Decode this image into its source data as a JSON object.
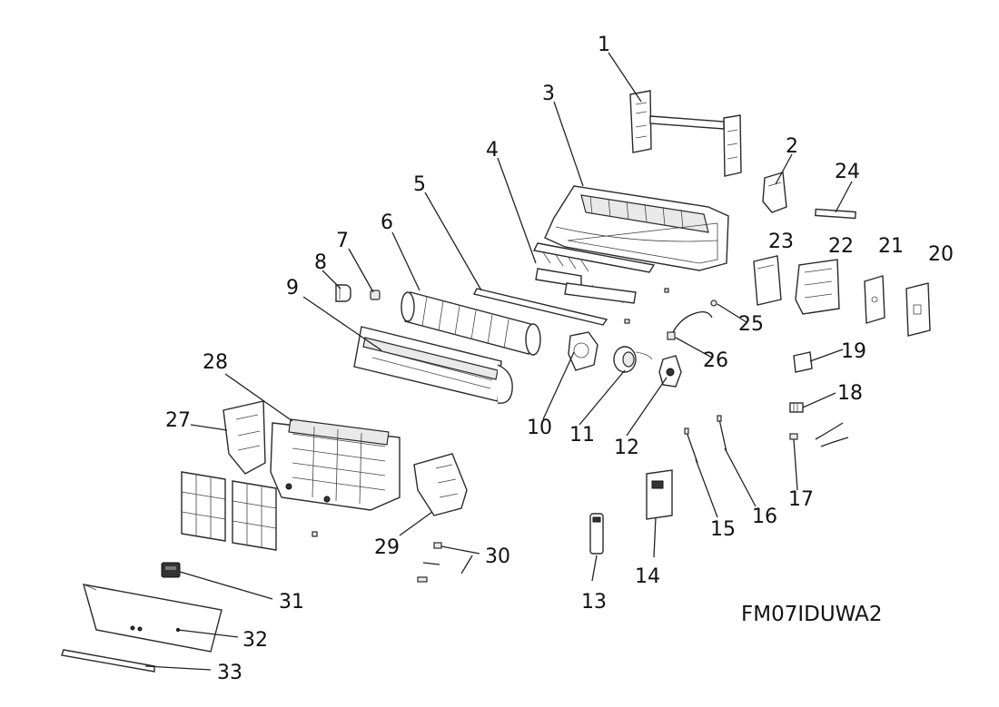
{
  "diagram": {
    "model_code": "FM07IDUWA2",
    "part_numbers": [
      "1",
      "2",
      "3",
      "4",
      "5",
      "6",
      "7",
      "8",
      "9",
      "10",
      "11",
      "12",
      "13",
      "14",
      "15",
      "16",
      "17",
      "18",
      "19",
      "20",
      "21",
      "22",
      "23",
      "24",
      "25",
      "26",
      "27",
      "28",
      "29",
      "30",
      "31",
      "32",
      "33"
    ]
  }
}
